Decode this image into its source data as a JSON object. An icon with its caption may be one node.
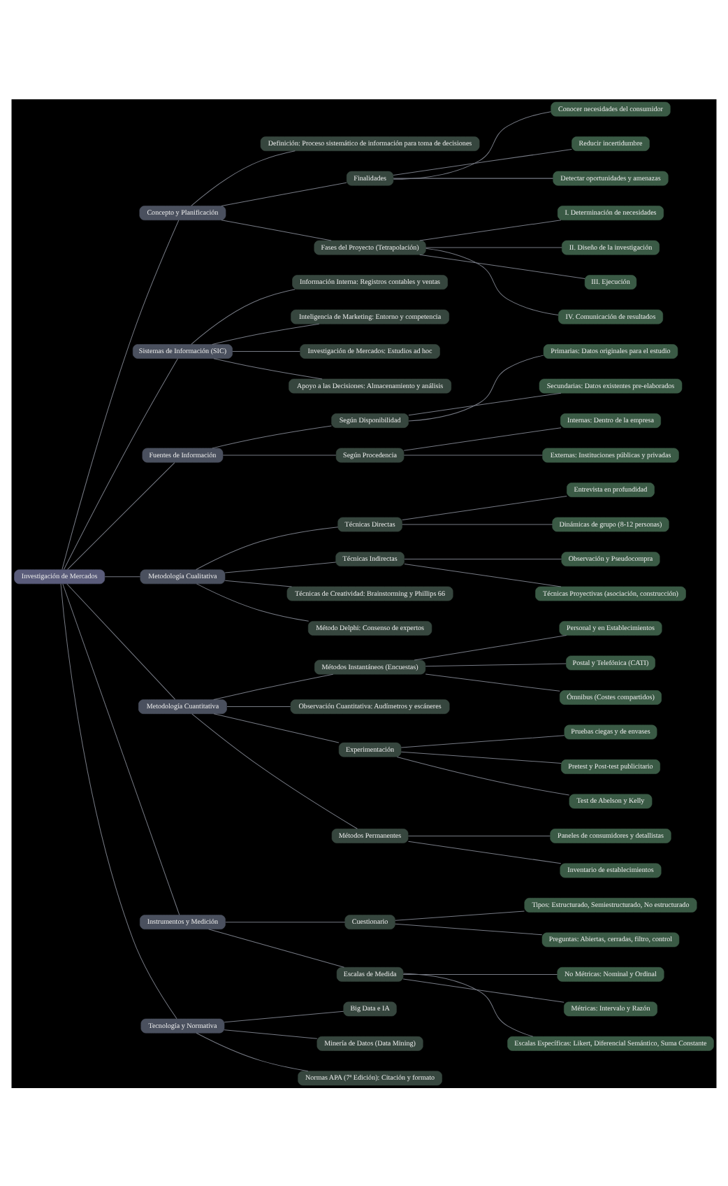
{
  "diagram": {
    "nodes": [
      {
        "text": [
          "Investigación de Mercados"
        ]
      },
      {
        "text": [
          "Concepto y Planificación"
        ]
      },
      {
        "text": [
          "Definición: Proceso sistemático de información para toma de decisiones"
        ]
      },
      {
        "text": [
          "Finalidades"
        ]
      },
      {
        "text": [
          "Conocer necesidades del consumidor"
        ]
      },
      {
        "text": [
          "Reducir incertidumbre"
        ]
      },
      {
        "text": [
          "Detectar oportunidades y amenazas"
        ]
      },
      {
        "text": [
          "Fases del Proyecto (Tetrapolación)"
        ]
      },
      {
        "text": [
          "I. Determinación de necesidades"
        ]
      },
      {
        "text": [
          "II. Diseño de la investigación"
        ]
      },
      {
        "text": [
          "III. Ejecución"
        ]
      },
      {
        "text": [
          "IV. Comunicación de resultados"
        ]
      },
      {
        "text": [
          "Sistemas de Información (SIC)"
        ]
      },
      {
        "text": [
          "Información Interna: Registros contables y ventas"
        ]
      },
      {
        "text": [
          "Inteligencia de Marketing: Entorno y competencia"
        ]
      },
      {
        "text": [
          "Investigación de Mercados: Estudios ad hoc"
        ]
      },
      {
        "text": [
          "Apoyo a las Decisiones: Almacenamiento y análisis"
        ]
      },
      {
        "text": [
          "Fuentes de Información"
        ]
      },
      {
        "text": [
          "Según Disponibilidad"
        ]
      },
      {
        "text": [
          "Primarias: Datos originales para el estudio"
        ]
      },
      {
        "text": [
          "Secundarias: Datos existentes pre-elaborados"
        ]
      },
      {
        "text": [
          "Según Procedencia"
        ]
      },
      {
        "text": [
          "Internas: Dentro de la empresa"
        ]
      },
      {
        "text": [
          "Externas: Instituciones públicas y privadas"
        ]
      },
      {
        "text": [
          "Metodología Cualitativa"
        ]
      },
      {
        "text": [
          "Técnicas Directas"
        ]
      },
      {
        "text": [
          "Entrevista en profundidad"
        ]
      },
      {
        "text": [
          "Dinámicas de grupo (8-12 personas)"
        ]
      },
      {
        "text": [
          "Técnicas Indirectas"
        ]
      },
      {
        "text": [
          "Observación y Pseudocompra"
        ]
      },
      {
        "text": [
          "Técnicas Proyectivas (asociación, construcción)"
        ]
      },
      {
        "text": [
          "Técnicas de Creatividad: Brainstorming y Phillips 66"
        ]
      },
      {
        "text": [
          "Método Delphi: Consenso de expertos"
        ]
      },
      {
        "text": [
          "Metodología Cuantitativa"
        ]
      },
      {
        "text": [
          "Métodos Instantáneos (Encuestas)"
        ]
      },
      {
        "text": [
          "Personal y en Establecimientos"
        ]
      },
      {
        "text": [
          "Postal y Telefónica (CATI)"
        ]
      },
      {
        "text": [
          "Ómnibus (Costes compartidos)"
        ]
      },
      {
        "text": [
          "Observación Cuantitativa: Audímetros y escáneres"
        ]
      },
      {
        "text": [
          "Experimentación"
        ]
      },
      {
        "text": [
          "Pruebas ciegas y de envases"
        ]
      },
      {
        "text": [
          "Pretest y Post-test publicitario"
        ]
      },
      {
        "text": [
          "Test de Abelson y Kelly"
        ]
      },
      {
        "text": [
          "Métodos Permanentes"
        ]
      },
      {
        "text": [
          "Paneles de consumidores y detallistas"
        ]
      },
      {
        "text": [
          "Inventario de establecimientos"
        ]
      },
      {
        "text": [
          "Instrumentos y Medición"
        ]
      },
      {
        "text": [
          "Cuestionario"
        ]
      },
      {
        "text": [
          "Tipos: Estructurado, Semiestructurado, No estructurado"
        ]
      },
      {
        "text": [
          "Preguntas: Abiertas, cerradas, filtro, control"
        ]
      },
      {
        "text": [
          "Escalas de Medida"
        ]
      },
      {
        "text": [
          "No Métricas: Nominal y Ordinal"
        ]
      },
      {
        "text": [
          "Métricas: Intervalo y Razón"
        ]
      },
      {
        "text": [
          "Escalas Específicas: Likert, Diferencial Semántico, Suma Constante"
        ]
      },
      {
        "text": [
          "Tecnología y Normativa"
        ]
      },
      {
        "text": [
          "Big Data e IA"
        ]
      },
      {
        "text": [
          "Minería de Datos (Data Mining)"
        ]
      },
      {
        "text": [
          "Normas APA (7ª Edición): Citación y formato"
        ]
      }
    ],
    "edges": [
      {
        "from": 0,
        "to": 1,
        "arrow": "none"
      },
      {
        "from": 1,
        "to": 2,
        "arrow": "none"
      },
      {
        "from": 1,
        "to": 3,
        "arrow": "none"
      },
      {
        "from": 3,
        "to": 4,
        "arrow": "none"
      },
      {
        "from": 3,
        "to": 5,
        "arrow": "none"
      },
      {
        "from": 3,
        "to": 6,
        "arrow": "none"
      },
      {
        "from": 1,
        "to": 7,
        "arrow": "none"
      },
      {
        "from": 7,
        "to": 8,
        "arrow": "none"
      },
      {
        "from": 7,
        "to": 9,
        "arrow": "none"
      },
      {
        "from": 7,
        "to": 10,
        "arrow": "none"
      },
      {
        "from": 7,
        "to": 11,
        "arrow": "none"
      },
      {
        "from": 0,
        "to": 12,
        "arrow": "none"
      },
      {
        "from": 12,
        "to": 13,
        "arrow": "none"
      },
      {
        "from": 12,
        "to": 14,
        "arrow": "none"
      },
      {
        "from": 12,
        "to": 15,
        "arrow": "none"
      },
      {
        "from": 12,
        "to": 16,
        "arrow": "none"
      },
      {
        "from": 0,
        "to": 17,
        "arrow": "none"
      },
      {
        "from": 17,
        "to": 18,
        "arrow": "none"
      },
      {
        "from": 18,
        "to": 19,
        "arrow": "none"
      },
      {
        "from": 18,
        "to": 20,
        "arrow": "none"
      },
      {
        "from": 17,
        "to": 21,
        "arrow": "none"
      },
      {
        "from": 21,
        "to": 22,
        "arrow": "none"
      },
      {
        "from": 21,
        "to": 23,
        "arrow": "none"
      },
      {
        "from": 0,
        "to": 24,
        "arrow": "none"
      },
      {
        "from": 24,
        "to": 25,
        "arrow": "none"
      },
      {
        "from": 25,
        "to": 26,
        "arrow": "none"
      },
      {
        "from": 25,
        "to": 27,
        "arrow": "none"
      },
      {
        "from": 24,
        "to": 28,
        "arrow": "none"
      },
      {
        "from": 28,
        "to": 29,
        "arrow": "none"
      },
      {
        "from": 28,
        "to": 30,
        "arrow": "none"
      },
      {
        "from": 24,
        "to": 31,
        "arrow": "none"
      },
      {
        "from": 24,
        "to": 32,
        "arrow": "none"
      },
      {
        "from": 0,
        "to": 33,
        "arrow": "none"
      },
      {
        "from": 33,
        "to": 34,
        "arrow": "none"
      },
      {
        "from": 34,
        "to": 35,
        "arrow": "none"
      },
      {
        "from": 34,
        "to": 36,
        "arrow": "none"
      },
      {
        "from": 34,
        "to": 37,
        "arrow": "none"
      },
      {
        "from": 33,
        "to": 38,
        "arrow": "none"
      },
      {
        "from": 33,
        "to": 39,
        "arrow": "none"
      },
      {
        "from": 39,
        "to": 40,
        "arrow": "none"
      },
      {
        "from": 39,
        "to": 41,
        "arrow": "none"
      },
      {
        "from": 39,
        "to": 42,
        "arrow": "none"
      },
      {
        "from": 33,
        "to": 43,
        "arrow": "none"
      },
      {
        "from": 43,
        "to": 44,
        "arrow": "none"
      },
      {
        "from": 43,
        "to": 45,
        "arrow": "none"
      },
      {
        "from": 0,
        "to": 46,
        "arrow": "none"
      },
      {
        "from": 46,
        "to": 47,
        "arrow": "none"
      },
      {
        "from": 47,
        "to": 48,
        "arrow": "none"
      },
      {
        "from": 47,
        "to": 49,
        "arrow": "none"
      },
      {
        "from": 46,
        "to": 50,
        "arrow": "none"
      },
      {
        "from": 50,
        "to": 51,
        "arrow": "none"
      },
      {
        "from": 50,
        "to": 52,
        "arrow": "none"
      },
      {
        "from": 50,
        "to": 53,
        "arrow": "none"
      },
      {
        "from": 0,
        "to": 54,
        "arrow": "none"
      },
      {
        "from": 54,
        "to": 55,
        "arrow": "none"
      },
      {
        "from": 54,
        "to": 56,
        "arrow": "none"
      },
      {
        "from": 54,
        "to": 57,
        "arrow": "none"
      }
    ]
  }
}
